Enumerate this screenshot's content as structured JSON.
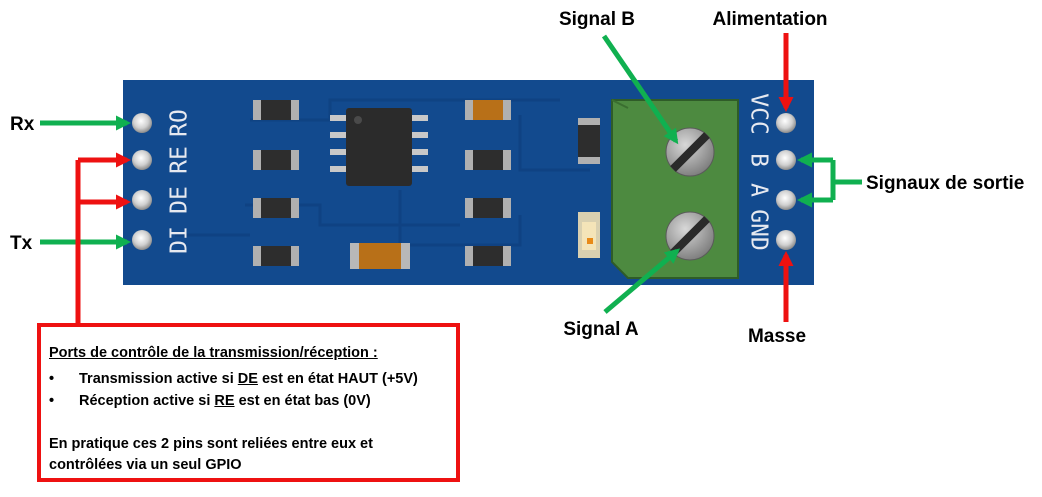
{
  "labels": {
    "rx": "Rx",
    "tx": "Tx",
    "signal_b": "Signal B",
    "signal_a": "Signal A",
    "alimentation": "Alimentation",
    "signaux_sortie": "Signaux de sortie",
    "masse": "Masse"
  },
  "left_pins": [
    "RO",
    "RE",
    "DE",
    "DI"
  ],
  "right_pins": [
    "VCC",
    "B",
    "A",
    "GND"
  ],
  "info": {
    "title": "Ports de contrôle de la transmission/réception :",
    "bullet_char": "•",
    "bullets": [
      {
        "pre": "Transmission active si ",
        "key": "DE",
        "post": " est en état HAUT (+5V)"
      },
      {
        "pre": "Réception active si ",
        "key": "RE",
        "post": " est en état bas (0V)"
      }
    ],
    "note": "En pratique ces 2 pins sont reliées entre eux et contrôlées via un seul GPIO"
  },
  "colors": {
    "board": "#124a8e",
    "arrow_green": "#10b050",
    "arrow_red": "#ee1111",
    "terminal": "#4d8a40",
    "chip": "#2b2b2b"
  }
}
